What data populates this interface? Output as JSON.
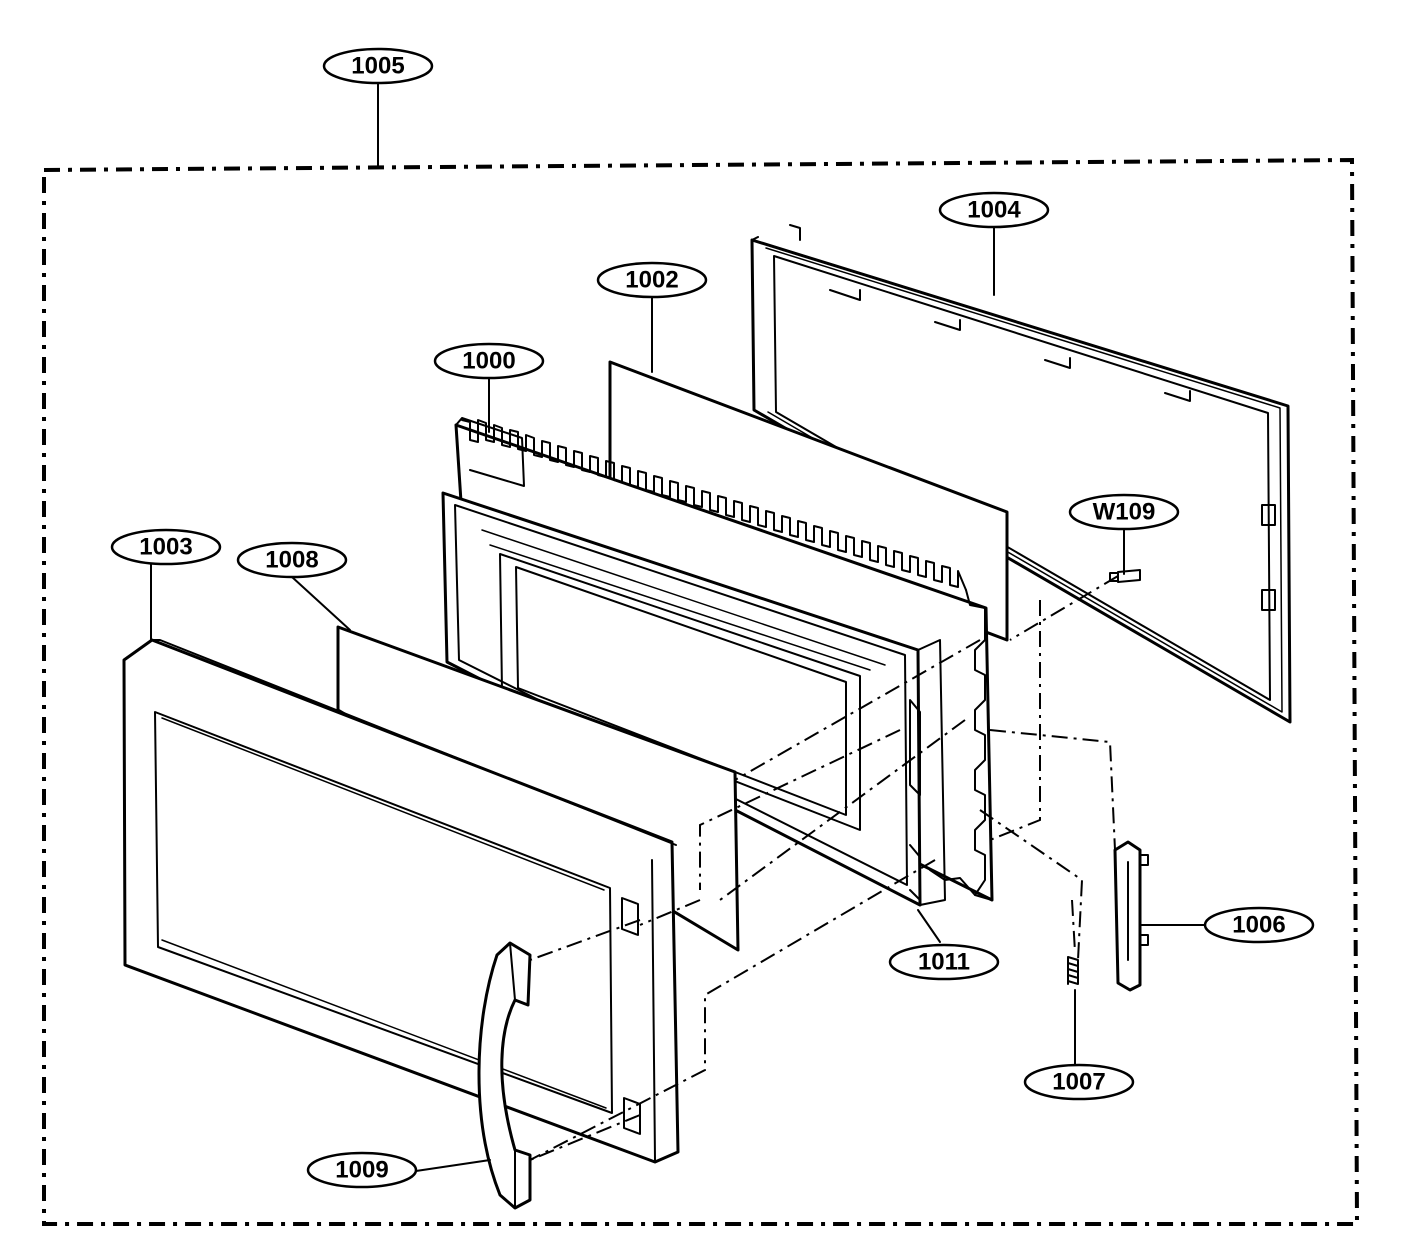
{
  "callouts": {
    "c1005": "1005",
    "c1004": "1004",
    "c1002": "1002",
    "c1000": "1000",
    "c1003": "1003",
    "c1008": "1008",
    "cW109": "W109",
    "c1011": "1011",
    "c1006": "1006",
    "c1007": "1007",
    "c1009": "1009"
  }
}
